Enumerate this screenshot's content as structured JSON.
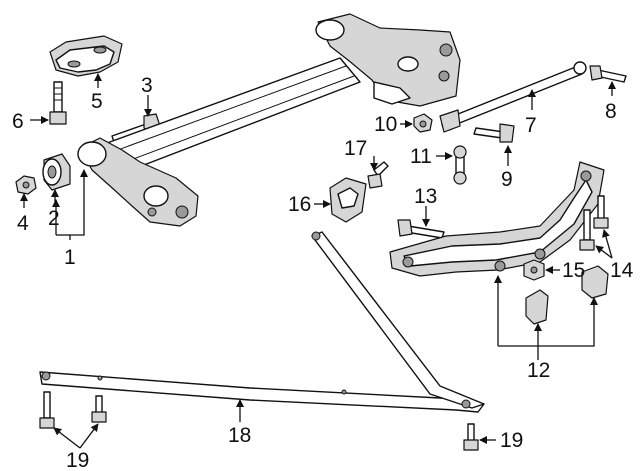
{
  "callouts": {
    "c1": "1",
    "c2": "2",
    "c3": "3",
    "c4": "4",
    "c5": "5",
    "c6": "6",
    "c7": "7",
    "c8": "8",
    "c9": "9",
    "c10": "10",
    "c11": "11",
    "c12": "12",
    "c13": "13",
    "c14": "14",
    "c15": "15",
    "c16": "16",
    "c17": "17",
    "c18": "18",
    "c19a": "19",
    "c19b": "19"
  },
  "colors": {
    "ink": "#111111",
    "paper": "#ffffff",
    "shade": "#d6d6d6"
  }
}
